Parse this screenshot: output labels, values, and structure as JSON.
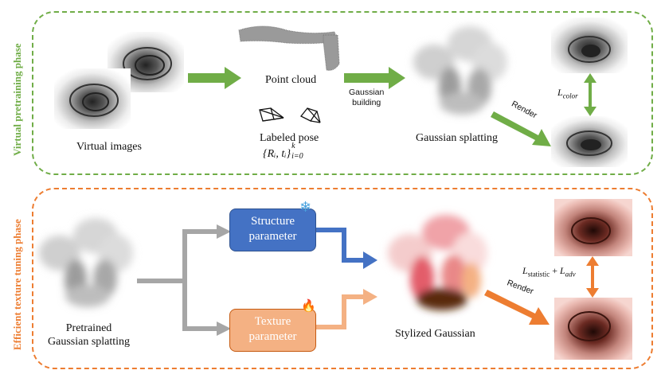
{
  "top_phase": {
    "label": "Virtual pretraining phase",
    "color": "#70ad47",
    "virtual_images_label": "Virtual images",
    "point_cloud_label": "Point cloud",
    "labeled_pose_label": "Labeled pose",
    "pose_formula": "{Rᵢ, tᵢ}",
    "pose_formula_sup": "k",
    "pose_formula_sub": "i=0",
    "gaussian_building_line1": "Gaussian",
    "gaussian_building_line2": "building",
    "gaussian_splatting_label": "Gaussian splatting",
    "render_label": "Render",
    "loss_label": "L",
    "loss_sub": "color"
  },
  "bottom_phase": {
    "label": "Efficient texture tuning phase",
    "color": "#ed7d31",
    "pretrained_line1": "Pretrained",
    "pretrained_line2": "Gaussian splatting",
    "structure_line1": "Structure",
    "structure_line2": "parameter",
    "structure_color": "#4472c4",
    "texture_line1": "Texture",
    "texture_line2": "parameter",
    "texture_color": "#f4b183",
    "snowflake_icon": "❄",
    "fire_icon": "🔥",
    "stylized_label": "Stylized Gaussian",
    "render_label": "Render",
    "loss_part1": "L",
    "loss_part1_sub": "statistic",
    "loss_plus": " + ",
    "loss_part2": "L",
    "loss_part2_sub": "adv"
  }
}
